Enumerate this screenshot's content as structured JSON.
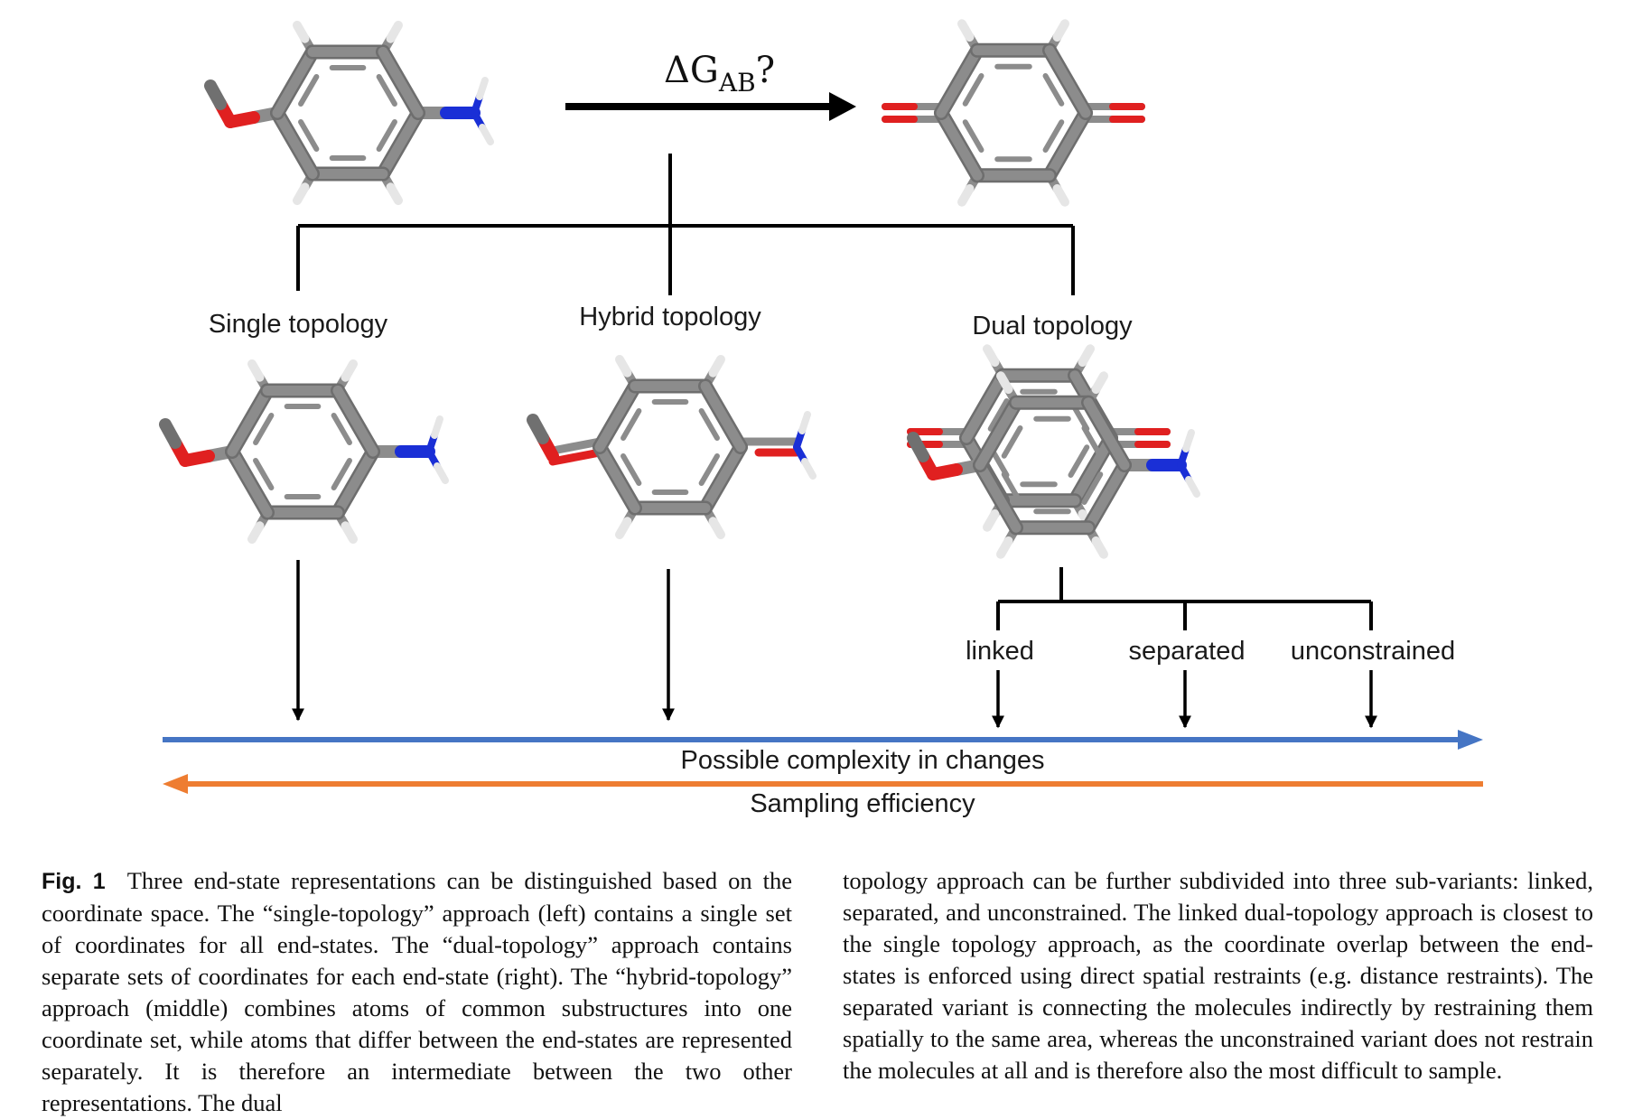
{
  "figure": {
    "delta_g_label": "ΔG",
    "delta_g_subscript": "AB",
    "delta_g_suffix": "?",
    "topologies": {
      "single": "Single topology",
      "hybrid": "Hybrid topology",
      "dual": "Dual topology"
    },
    "dual_variants": {
      "linked": "linked",
      "separated": "separated",
      "unconstrained": "unconstrained"
    },
    "axis_complexity": "Possible complexity in changes",
    "axis_sampling": "Sampling efficiency",
    "colors": {
      "carbon": "#8c8c8c",
      "oxygen": "#e02020",
      "nitrogen": "#1a2fd6",
      "hydrogen": "#e6e6e6",
      "complexity_arrow": "#4575c4",
      "sampling_arrow": "#ee7d31"
    }
  },
  "caption": {
    "label": "Fig. 1",
    "left_text": "Three end-state representations can be distinguished based on the coordinate space. The “single-topology” approach (left) contains a single set of coordinates for all end-states. The “dual-topology” approach contains separate sets of coordinates for each end-state (right). The “hybrid-topology” approach (middle) combines atoms of common substructures into one coordinate set, while atoms that differ between the end-states are represented separately. It is therefore an intermediate between the two other representations. The dual",
    "right_text": "topology approach can be further subdivided into three sub-variants: linked, separated, and unconstrained. The linked dual-topology approach is closest to the single topology approach, as the coordinate overlap between the end-states is enforced using direct spatial restraints (e.g. distance restraints). The separated variant is connecting the molecules indirectly by restraining them spatially to the same area, whereas the unconstrained variant does not restrain the molecules at all and is therefore also the most difficult to sample."
  }
}
